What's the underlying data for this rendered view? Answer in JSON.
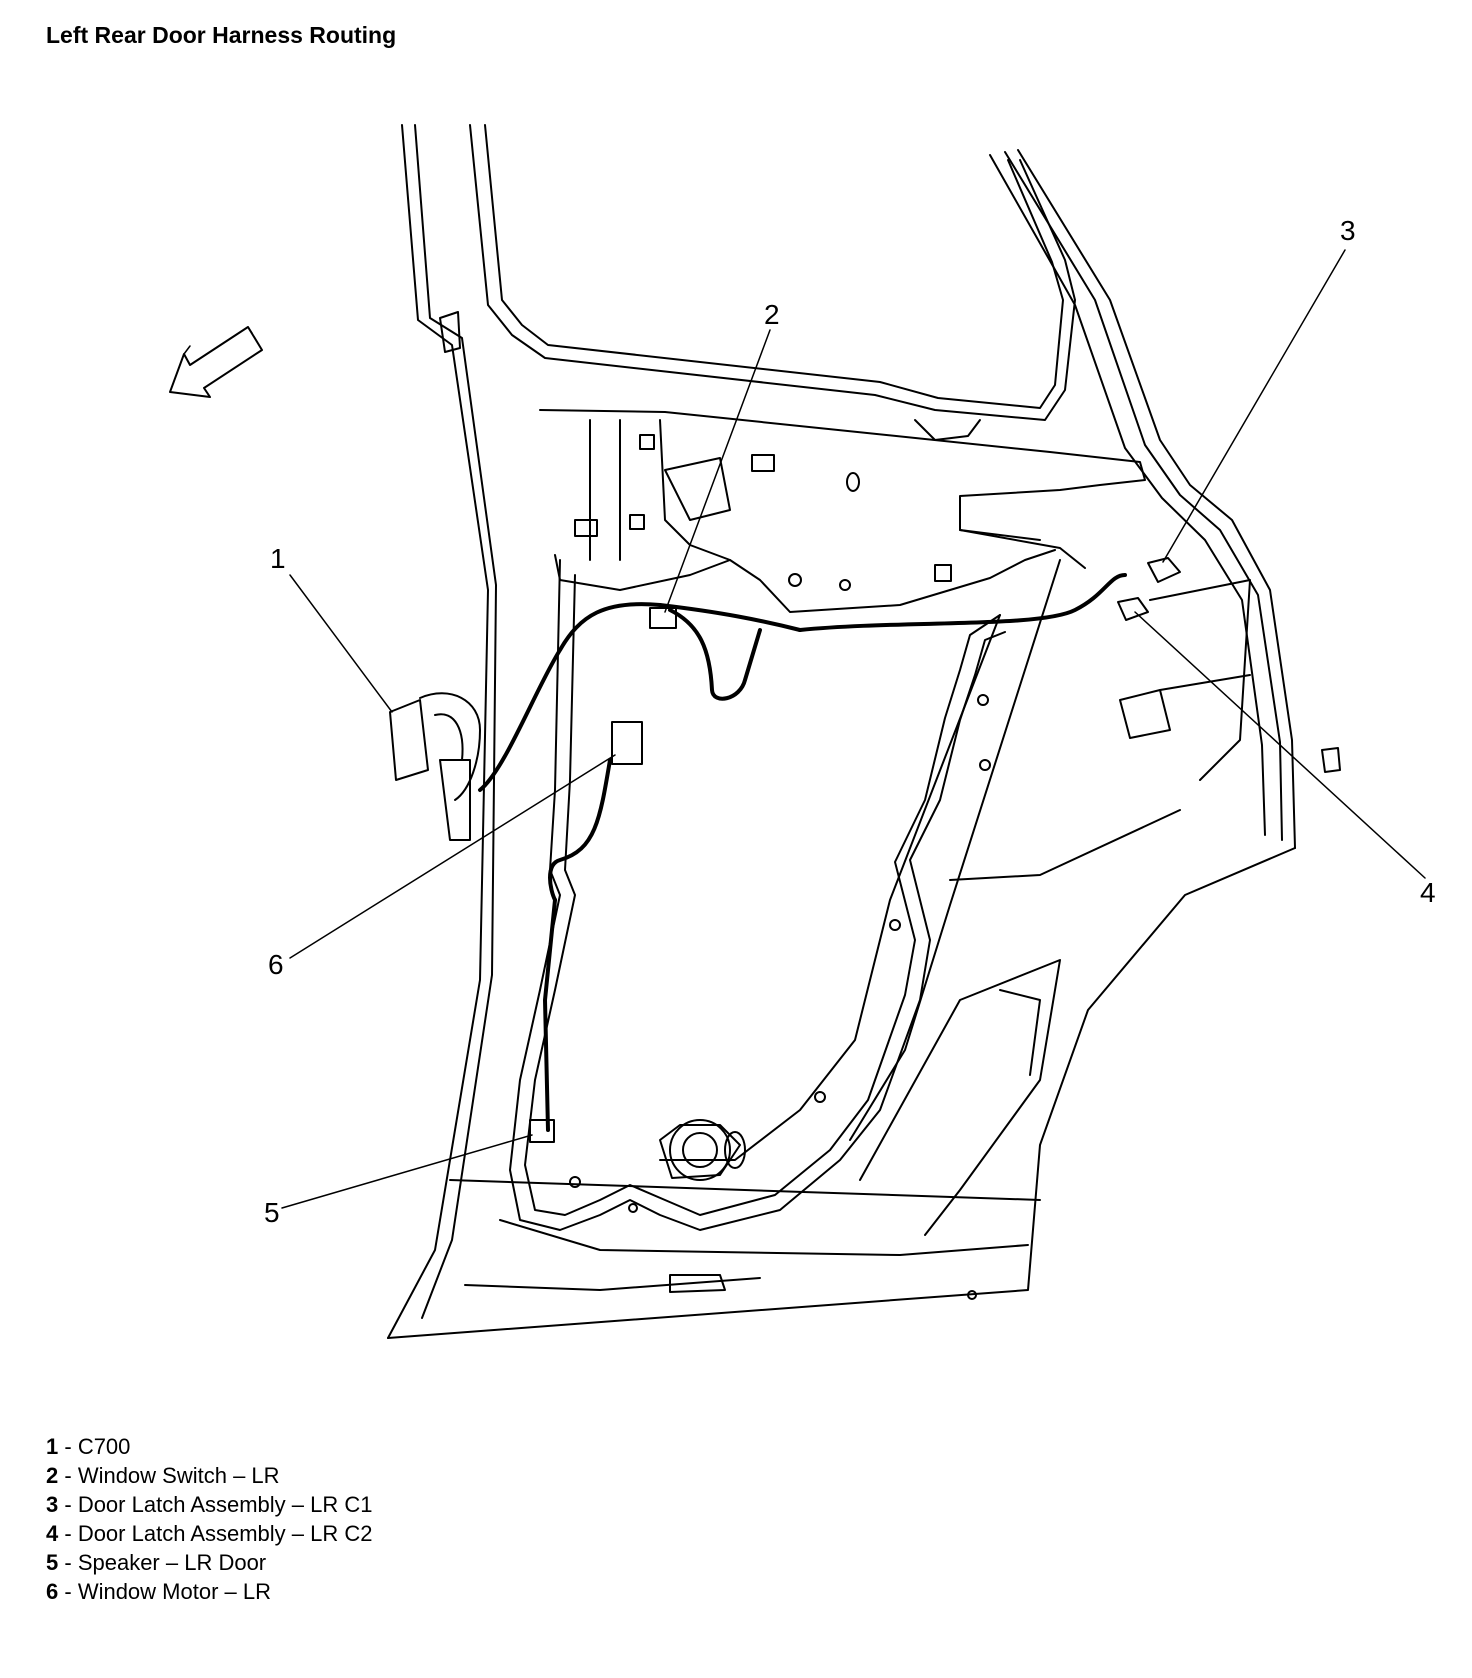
{
  "title": "Left Rear Door Harness Routing",
  "callouts": [
    {
      "num": "1",
      "label": "C700"
    },
    {
      "num": "2",
      "label": "Window Switch – LR"
    },
    {
      "num": "3",
      "label": "Door Latch Assembly – LR C1"
    },
    {
      "num": "4",
      "label": "Door Latch Assembly – LR C2"
    },
    {
      "num": "5",
      "label": "Speaker – LR Door"
    },
    {
      "num": "6",
      "label": "Window Motor – LR"
    }
  ],
  "icons": {
    "direction_arrow": "front-direction-arrow-icon"
  },
  "colors": {
    "line": "#000000",
    "background": "#ffffff"
  }
}
